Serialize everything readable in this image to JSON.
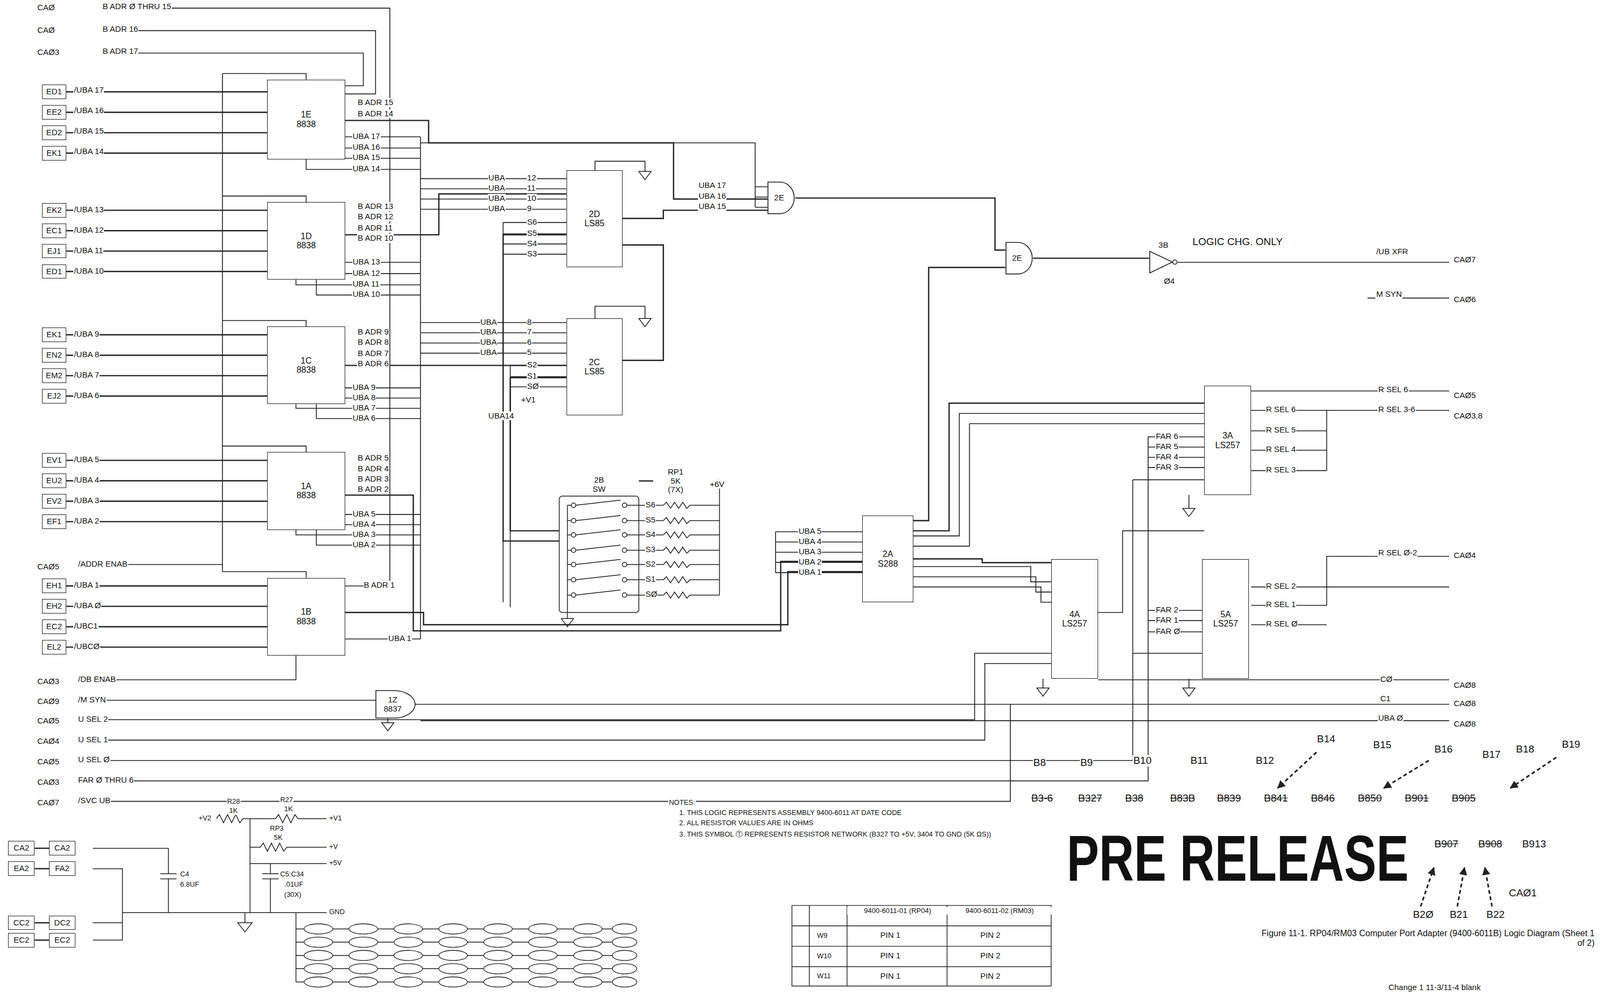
{
  "diagram": {
    "caption": "Figure 11-1. RP04/RM03 Computer Port Adapter (9400-6011B) Logic Diagram (Sheet 1 of 2)",
    "nodes": [
      {
        "text": [
          "ED1"
        ]
      },
      {
        "text": [
          "EE2"
        ]
      },
      {
        "text": [
          "ED2"
        ]
      },
      {
        "text": [
          "EK1"
        ]
      },
      {
        "text": [
          "EK2"
        ]
      },
      {
        "text": [
          "EC1"
        ]
      },
      {
        "text": [
          "EJ1"
        ]
      },
      {
        "text": [
          "ED1"
        ]
      },
      {
        "text": [
          "EK1"
        ]
      },
      {
        "text": [
          "EN2"
        ]
      },
      {
        "text": [
          "EM2"
        ]
      },
      {
        "text": [
          "EJ2"
        ]
      },
      {
        "text": [
          "EV1"
        ]
      },
      {
        "text": [
          "EU2"
        ]
      },
      {
        "text": [
          "EV2"
        ]
      },
      {
        "text": [
          "EF1"
        ]
      },
      {
        "text": [
          "EH1"
        ]
      },
      {
        "text": [
          "EH2"
        ]
      },
      {
        "text": [
          "EC2"
        ]
      },
      {
        "text": [
          "EL2"
        ]
      },
      {
        "text": [
          "1E",
          "8838"
        ]
      },
      {
        "text": [
          "1D",
          "8838"
        ]
      },
      {
        "text": [
          "1C",
          "8838"
        ]
      },
      {
        "text": [
          "1A",
          "8838"
        ]
      },
      {
        "text": [
          "1B",
          "8838"
        ]
      },
      {
        "text": [
          "2D",
          "LS85"
        ]
      },
      {
        "text": [
          "2C",
          "LS85"
        ]
      },
      {
        "text": [
          "2E"
        ]
      },
      {
        "text": [
          "2E"
        ]
      },
      {
        "text": [
          "3B"
        ]
      },
      {
        "text": [
          "2B",
          "SW"
        ]
      },
      {
        "text": [
          "RP1",
          "5K",
          "(7X)"
        ]
      },
      {
        "text": [
          "2A",
          "S288"
        ]
      },
      {
        "text": [
          "3A",
          "LS257"
        ]
      },
      {
        "text": [
          "4A",
          "LS257"
        ]
      },
      {
        "text": [
          "5A",
          "LS257"
        ]
      },
      {
        "text": [
          "1Z",
          "8837"
        ]
      },
      {
        "text": [
          "CA2"
        ]
      },
      {
        "text": [
          "CA2"
        ]
      },
      {
        "text": [
          "EA2"
        ]
      },
      {
        "text": [
          "FA2"
        ]
      },
      {
        "text": [
          "CC2"
        ]
      },
      {
        "text": [
          "DC2"
        ]
      },
      {
        "text": [
          "EC2"
        ]
      },
      {
        "text": [
          "EC2"
        ]
      }
    ],
    "edges": [
      {
        "from": 0,
        "to": 20,
        "arrow": "none"
      },
      {
        "from": 1,
        "to": 20,
        "arrow": "none"
      },
      {
        "from": 2,
        "to": 20,
        "arrow": "none"
      },
      {
        "from": 3,
        "to": 20,
        "arrow": "none"
      },
      {
        "from": 4,
        "to": 21,
        "arrow": "none"
      },
      {
        "from": 5,
        "to": 21,
        "arrow": "none"
      },
      {
        "from": 6,
        "to": 21,
        "arrow": "none"
      },
      {
        "from": 7,
        "to": 21,
        "arrow": "none"
      },
      {
        "from": 8,
        "to": 22,
        "arrow": "none"
      },
      {
        "from": 9,
        "to": 22,
        "arrow": "none"
      },
      {
        "from": 10,
        "to": 22,
        "arrow": "none"
      },
      {
        "from": 11,
        "to": 22,
        "arrow": "none"
      },
      {
        "from": 12,
        "to": 23,
        "arrow": "none"
      },
      {
        "from": 13,
        "to": 23,
        "arrow": "none"
      },
      {
        "from": 14,
        "to": 23,
        "arrow": "none"
      },
      {
        "from": 15,
        "to": 23,
        "arrow": "none"
      },
      {
        "from": 16,
        "to": 24,
        "arrow": "none"
      },
      {
        "from": 17,
        "to": 24,
        "arrow": "none"
      },
      {
        "from": 18,
        "to": 24,
        "arrow": "none"
      },
      {
        "from": 19,
        "to": 24,
        "arrow": "none"
      },
      {
        "from": 20,
        "to": 27,
        "arrow": "none"
      },
      {
        "from": 21,
        "to": 25,
        "arrow": "none"
      },
      {
        "from": 22,
        "to": 26,
        "arrow": "none"
      },
      {
        "from": 25,
        "to": 27,
        "arrow": "none"
      },
      {
        "from": 26,
        "to": 25,
        "arrow": "none"
      },
      {
        "from": 27,
        "to": 28,
        "arrow": "none"
      },
      {
        "from": 28,
        "to": 29,
        "arrow": "none"
      },
      {
        "from": 30,
        "to": 25,
        "arrow": "none"
      },
      {
        "from": 30,
        "to": 26,
        "arrow": "none"
      },
      {
        "from": 31,
        "to": 30,
        "arrow": "none"
      },
      {
        "from": 23,
        "to": 32,
        "arrow": "none"
      },
      {
        "from": 24,
        "to": 32,
        "arrow": "none"
      },
      {
        "from": 32,
        "to": 33,
        "arrow": "none"
      },
      {
        "from": 32,
        "to": 34,
        "arrow": "none"
      },
      {
        "from": 32,
        "to": 28,
        "arrow": "none"
      },
      {
        "from": 37,
        "to": 38,
        "arrow": "none"
      },
      {
        "from": 39,
        "to": 40,
        "arrow": "none"
      },
      {
        "from": 41,
        "to": 42,
        "arrow": "none"
      },
      {
        "from": 43,
        "to": 44,
        "arrow": "none"
      }
    ],
    "labels": [
      "CAØ",
      "B ADR Ø THRU 15",
      "CAØ",
      "B ADR 16",
      "CAØ3",
      "B ADR 17",
      "/UBA 17",
      "/UBA 16",
      "/UBA 15",
      "/UBA 14",
      "B ADR 15",
      "B ADR 14",
      "UBA 17",
      "UBA 16",
      "UBA 15",
      "UBA 14",
      "/UBA 13",
      "/UBA 12",
      "/UBA 11",
      "/UBA 10",
      "B ADR 13",
      "B ADR 12",
      "B ADR 11",
      "B ADR 10",
      "UBA 13",
      "UBA 12",
      "UBA 11",
      "UBA 10",
      "/UBA 9",
      "/UBA 8",
      "/UBA 7",
      "/UBA 6",
      "B ADR 9",
      "B ADR 8",
      "B ADR 7",
      "B ADR 6",
      "UBA 9",
      "UBA 8",
      "UBA 7",
      "UBA 6",
      "/UBA 5",
      "/UBA 4",
      "/UBA 3",
      "/UBA 2",
      "B ADR 5",
      "B ADR 4",
      "B ADR 3",
      "B ADR 2",
      "UBA 5",
      "UBA 4",
      "UBA 3",
      "UBA 2",
      "CAØ5",
      "/ADDR ENAB",
      "/UBA 1",
      "/UBA Ø",
      "/UBC1",
      "/UBCØ",
      "B ADR 1",
      "UBA 1",
      "CAØ3",
      "/DB ENAB",
      "CAØ9",
      "/M SYN",
      "CAØ5",
      "U SEL 2",
      "CAØ4",
      "U SEL 1",
      "CAØ5",
      "U SEL Ø",
      "CAØ3",
      "FAR Ø THRU 6",
      "CAØ7",
      "/SVC UB",
      "UBA",
      "UBA",
      "UBA",
      "UBA",
      "12",
      "11",
      "10",
      "9",
      "S6",
      "S5",
      "S4",
      "S3",
      "UBA",
      "UBA",
      "UBA",
      "UBA",
      "8",
      "7",
      "6",
      "5",
      "S2",
      "S1",
      "SØ",
      "+V1",
      "UBA14",
      "UBA 17",
      "UBA 16",
      "UBA 15",
      "LOGIC CHG. ONLY",
      "/UB XFR",
      "CAØ7",
      "M SYN",
      "CAØ6",
      "R SEL 6",
      "CAØ5",
      "R SEL 3-6",
      "CAØ3,8",
      "R SEL 6",
      "R SEL 5",
      "R SEL 4",
      "R SEL 3",
      "FAR 6",
      "FAR 5",
      "FAR 4",
      "FAR 3",
      "R SEL Ø-2",
      "CAØ4",
      "R SEL 2",
      "R SEL 1",
      "R SEL Ø",
      "FAR 2",
      "FAR 1",
      "FAR Ø",
      "UBA 5",
      "UBA 4",
      "UBA 3",
      "UBA 2",
      "UBA 1",
      "CØ",
      "CAØ8",
      "C1",
      "CAØ8",
      "UBA Ø",
      "CAØ8",
      "+6V",
      "S6",
      "S5",
      "S4",
      "S3",
      "S2",
      "S1",
      "SØ",
      "B8",
      "B9",
      "B10",
      "B11",
      "B12",
      "B14",
      "B15",
      "B16",
      "B17",
      "B18",
      "B19",
      "B3-6",
      "B327",
      "B38",
      "B83B",
      "B839",
      "B841",
      "B846",
      "B850",
      "B901",
      "B905",
      "PRE RELEASE",
      "B907",
      "B908",
      "B913",
      "B2Ø",
      "B21",
      "B22",
      "CAØ1",
      "NOTES:",
      "1. THIS LOGIC REPRESENTS ASSEMBLY 9400-6011 AT DATE CODE",
      "2. ALL RESISTOR VALUES ARE IN OHMS",
      "3. THIS SYMBOL Ⓣ REPRESENTS RESISTOR NETWORK (B327 TO +5V, 3404 TO GND (5K ΩS))",
      "9400-6011-01 (RP04)",
      "9400-6011-02 (RM03)",
      "W9",
      "PIN 1",
      "PIN 2",
      "W10",
      "PIN 1",
      "PIN 2",
      "W11",
      "PIN 1",
      "PIN 2",
      "R28",
      "1K",
      "R27",
      "1K",
      "+V2",
      "+V1",
      "RP3",
      "5K",
      "+V",
      "+5V",
      "C4",
      "6.8UF",
      "C5:C34",
      ".01UF",
      "(30X)",
      "GND",
      "Ø4",
      "Change 1 11-3/11-4 blank"
    ]
  }
}
